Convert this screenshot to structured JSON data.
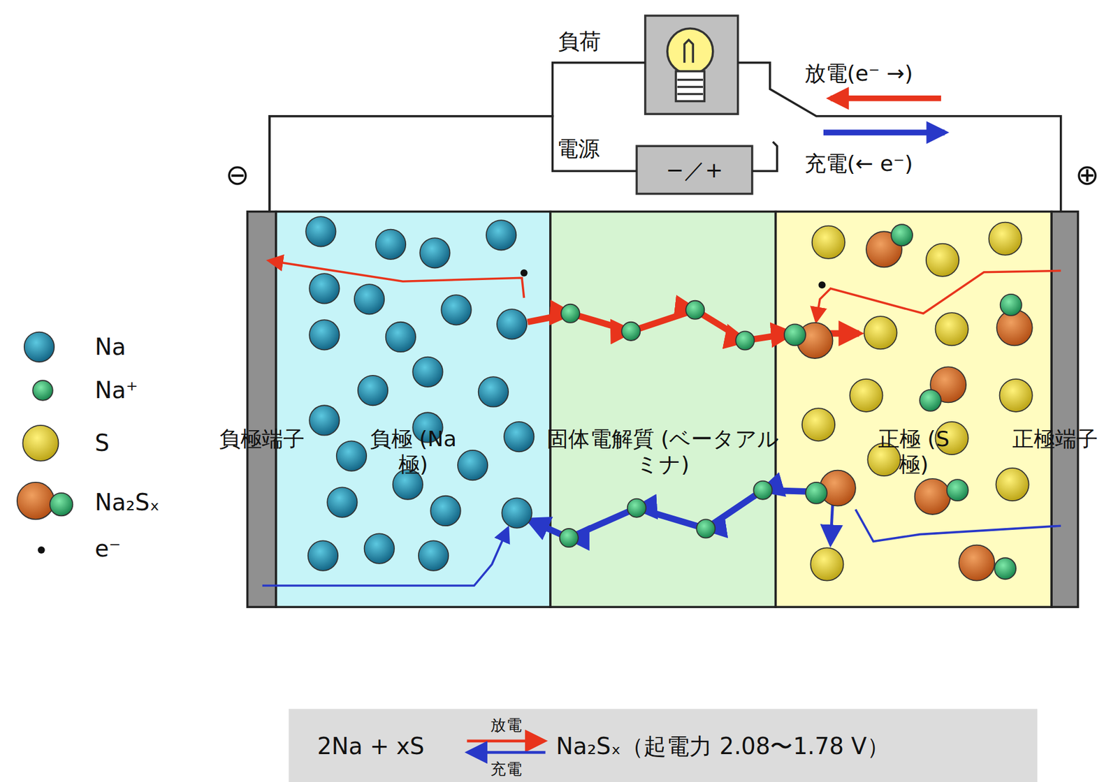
{
  "diagram": {
    "nodes": [
      {
        "text": [
          "負荷"
        ]
      },
      {
        "text": [
          "電源",
          "−／+"
        ]
      },
      {
        "text": [
          "負極端子"
        ]
      },
      {
        "text": [
          "負極 (Na極)"
        ]
      },
      {
        "text": [
          "固体電解質 (ベータアルミナ)"
        ]
      },
      {
        "text": [
          "正極 (S極)"
        ]
      },
      {
        "text": [
          "正極端子"
        ]
      }
    ],
    "edges": [
      {
        "from": 2,
        "to": 0,
        "arrow": "none"
      },
      {
        "from": 2,
        "to": 1,
        "arrow": "none"
      },
      {
        "from": 0,
        "to": 6,
        "arrow": "none"
      }
    ],
    "labels": [
      "⊖",
      "⊕",
      "放電(e⁻ →)",
      "充電(← e⁻)",
      "2Na + xS",
      "放電",
      "充電",
      "Na₂Sₓ（起電力 2.08〜1.78 V）"
    ],
    "legend": [
      {
        "text": "Na"
      },
      {
        "text": "Na⁺"
      },
      {
        "text": "S"
      },
      {
        "text": "Na₂Sₓ"
      },
      {
        "text": "e⁻"
      }
    ]
  }
}
